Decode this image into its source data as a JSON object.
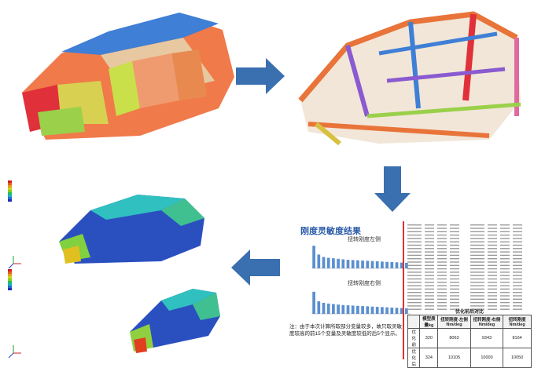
{
  "colors": {
    "arrow_blue": "#3a6fb0",
    "title_blue": "#2a5aa8",
    "bar_blue": "#5b8fd0",
    "divider_red": "#e03030"
  },
  "panels": {
    "panel1": "car-body-in-white-model",
    "panel2": "car-frame-structure-model",
    "panel3": "stiffness-contour-results",
    "panel4": "sensitivity-results"
  },
  "sensitivity": {
    "title": "刚度灵敏度结果",
    "chart1_title": "扭转刚度左侧",
    "chart2_title": "扭转刚度右侧",
    "note": "注：由于本次计算所取部分变量较多，故只取灵敏度较高的前15个变量及灵敏度较低的后5个显示。",
    "chart1_values": [
      0.9,
      0.55,
      0.45,
      0.42,
      0.4,
      0.38,
      0.36,
      0.34,
      0.33,
      0.32,
      0.31,
      0.3,
      0.29,
      0.28,
      0.27,
      0.26,
      0.25,
      0.24,
      0.23,
      0.22
    ],
    "chart2_values": [
      0.88,
      0.5,
      0.44,
      0.41,
      0.39,
      0.37,
      0.35,
      0.34,
      0.33,
      0.32,
      0.31,
      0.3,
      0.29,
      0.28,
      0.27,
      0.26,
      0.25,
      0.24,
      0.23,
      0.22
    ]
  },
  "table": {
    "title": "优化前后对比",
    "headers": [
      "",
      "模型质量kg",
      "扭转刚度-左侧 Nm/deg",
      "扭转刚度-右侧 Nm/deg",
      "扭转刚度 Nm/deg"
    ],
    "rows": [
      [
        "优化前",
        "320",
        "8063",
        "9343",
        "8164"
      ],
      [
        "优化后",
        "324",
        "10105",
        "10000",
        "10050"
      ]
    ]
  }
}
